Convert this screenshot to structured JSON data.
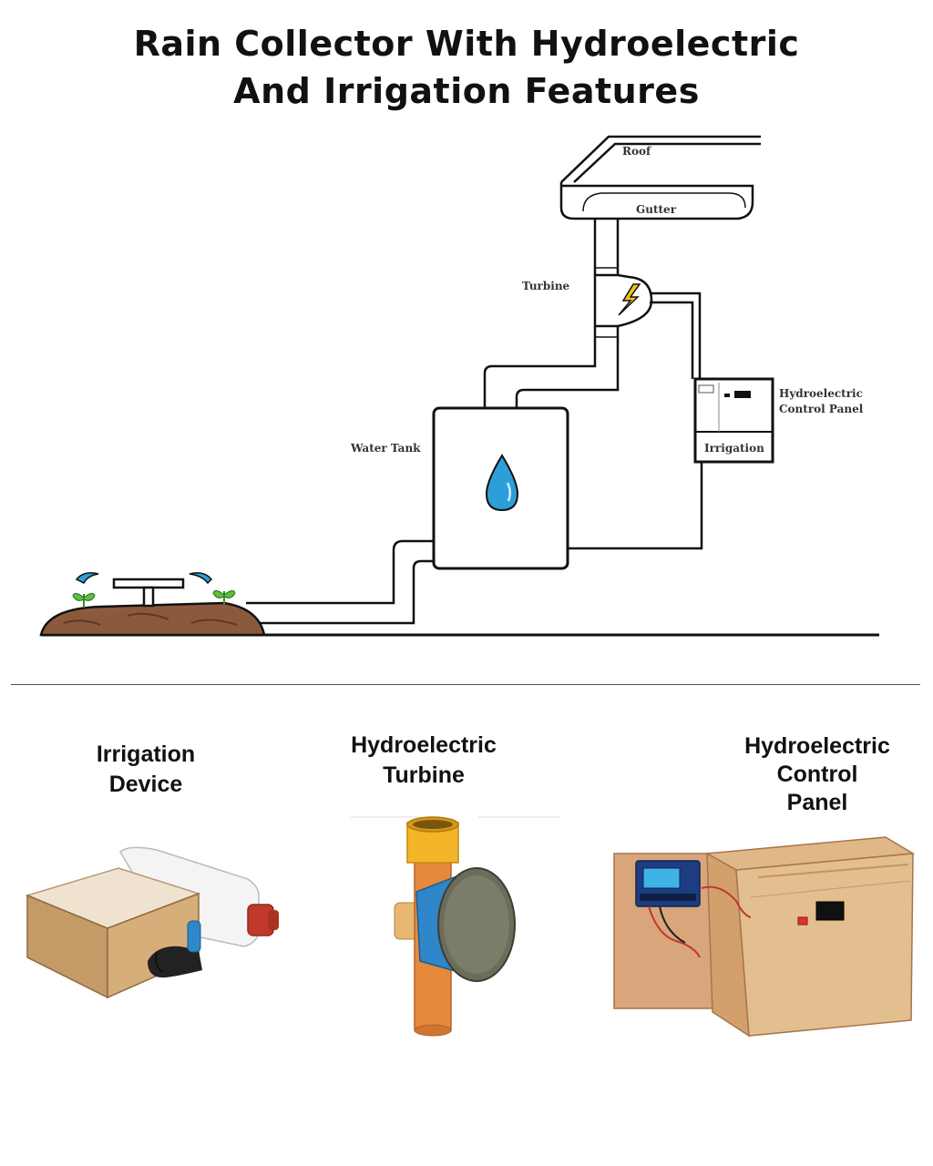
{
  "title": {
    "line1": "Rain Collector With Hydroelectric",
    "line2": "And Irrigation Features"
  },
  "diagram": {
    "labels": {
      "roof": "Roof",
      "gutter": "Gutter",
      "turbine": "Turbine",
      "water_tank": "Water Tank",
      "control_panel_line1": "Hydroelectric",
      "control_panel_line2": "Control Panel",
      "irrigation": "Irrigation"
    }
  },
  "captions": {
    "irrigation_device": {
      "line1": "Irrigation",
      "line2": "Device"
    },
    "turbine": {
      "line1": "Hydroelectric",
      "line2": "Turbine"
    },
    "control_panel": {
      "line1": "Hydroelectric",
      "line2": "Control",
      "line3": "Panel"
    }
  },
  "colors": {
    "water": "#2c9fd8",
    "soil": "#8b5a3c",
    "bolt": "#f2c21b",
    "plywood": "#d9b07a",
    "pipe_orange": "#e58a3c",
    "pipe_blue": "#2f86c8"
  }
}
